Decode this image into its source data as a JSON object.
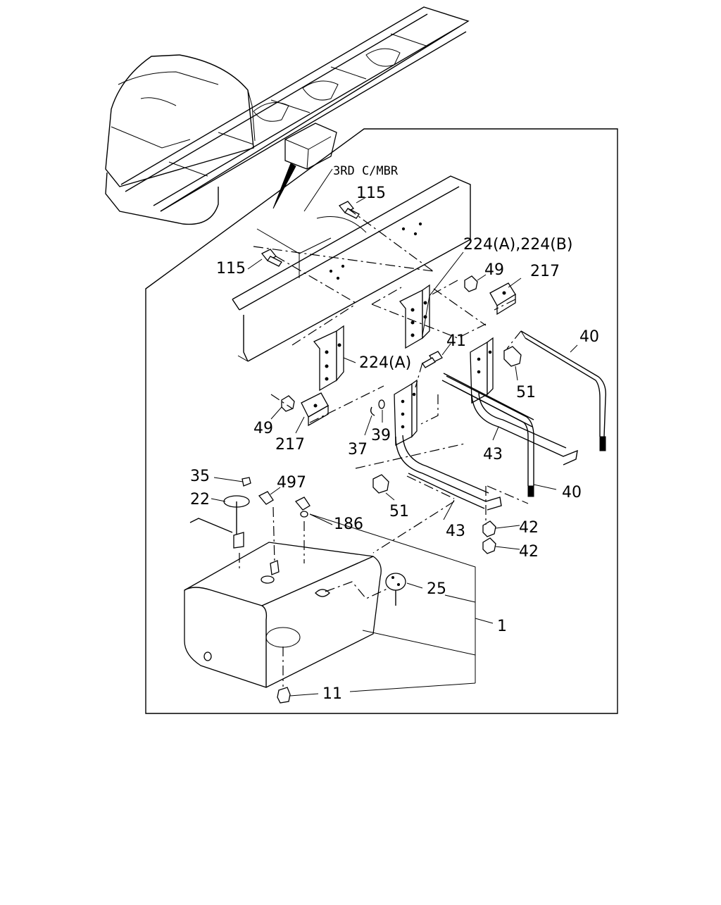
{
  "diagram": {
    "frame_member_label": "3RD C/MBR",
    "callouts": {
      "bolt_115_top": "115",
      "bolt_115_left": "115",
      "bracket_224_ab": "224(A),224(B)",
      "bracket_224_a": "224(A)",
      "nut_49_right": "49",
      "nut_49_left": "49",
      "plate_217_right": "217",
      "plate_217_left": "217",
      "strap_40_upper": "40",
      "strap_40_lower": "40",
      "bolt_41": "41",
      "bolt_51_right": "51",
      "bolt_51_left": "51",
      "pin_37": "37",
      "washer_39": "39",
      "band_43_upper": "43",
      "band_43_lower": "43",
      "nut_42_upper": "42",
      "nut_42_lower": "42",
      "screw_35": "35",
      "gauge_22": "22",
      "fitting_497": "497",
      "fitting_186": "186",
      "cap_25": "25",
      "tank_1": "1",
      "plug_11": "11"
    }
  }
}
